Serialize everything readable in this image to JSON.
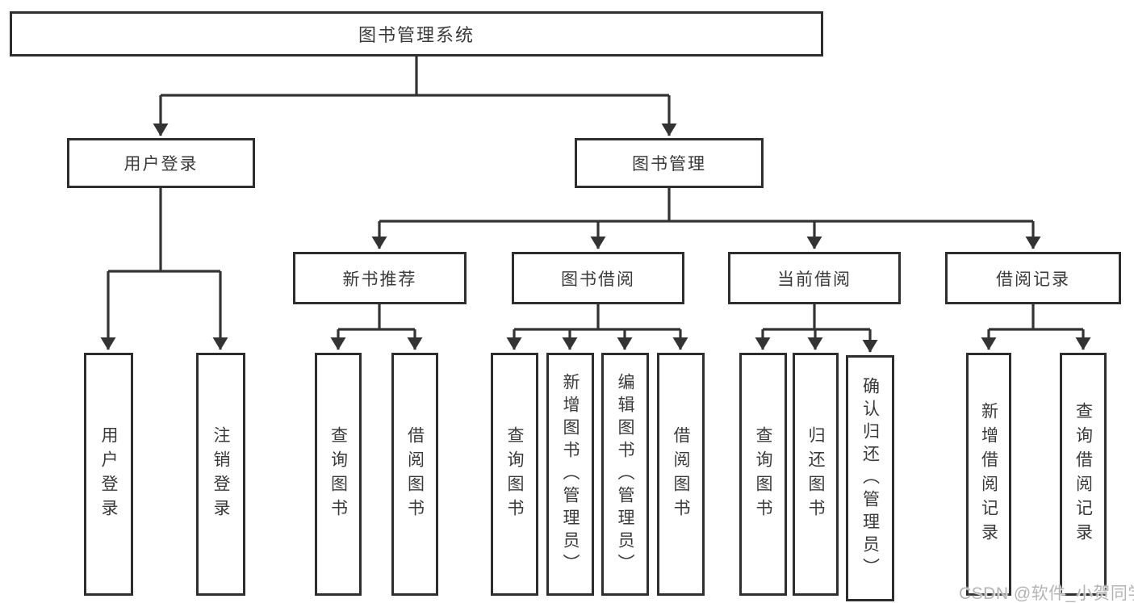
{
  "colors": {
    "background": "#ffffff",
    "line": "#333333",
    "box_border": "#2e2e2e",
    "text": "#3a3a3a",
    "watermark": "#b4b4b4"
  },
  "watermark": {
    "text": "CSDN @软件_小贺同学"
  },
  "tree": {
    "root": {
      "label": "图书管理系统"
    },
    "user_login": {
      "label": "用户登录",
      "children": {
        "login": {
          "label": "用户登录"
        },
        "logout": {
          "label": "注销登录"
        }
      }
    },
    "book_management": {
      "label": "图书管理",
      "children": {
        "new_book_recommend": {
          "label": "新书推荐",
          "children": {
            "query_books": {
              "label": "查询图书"
            },
            "borrow_books": {
              "label": "借阅图书"
            }
          }
        },
        "book_borrow": {
          "label": "图书借阅",
          "children": {
            "query_books": {
              "label": "查询图书"
            },
            "add_books": {
              "label": "新增图书（管理员）"
            },
            "edit_books": {
              "label": "编辑图书（管理员）"
            },
            "borrow_books": {
              "label": "借阅图书"
            }
          }
        },
        "current_borrow": {
          "label": "当前借阅",
          "children": {
            "query_books": {
              "label": "查询图书"
            },
            "return_books": {
              "label": "归还图书"
            },
            "confirm_return": {
              "label": "确认归还（管理员）"
            }
          }
        },
        "borrow_records": {
          "label": "借阅记录",
          "children": {
            "add_record": {
              "label": "新增借阅记录"
            },
            "query_record": {
              "label": "查询借阅记录"
            }
          }
        }
      }
    }
  }
}
